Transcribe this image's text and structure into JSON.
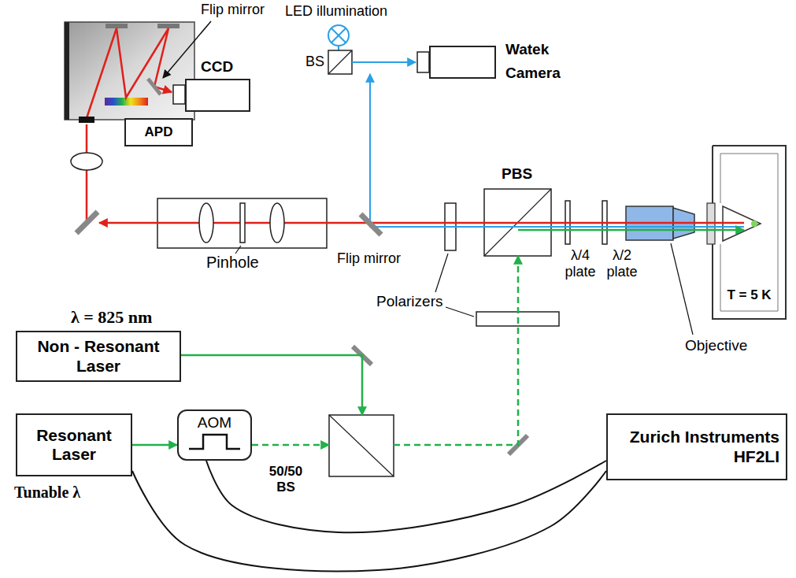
{
  "diagram": {
    "nodes": [
      {
        "text": [
          "CCD"
        ]
      },
      {
        "text": [
          "APD"
        ]
      },
      {
        "text": [
          "Watek Camera"
        ]
      },
      {
        "text": [
          "PBS"
        ]
      },
      {
        "text": [
          "T = 5 K"
        ]
      },
      {
        "text": [
          "Non - Resonant Laser"
        ]
      },
      {
        "text": [
          "Resonant Laser"
        ]
      },
      {
        "text": [
          "AOM"
        ]
      },
      {
        "text": [
          "50/50 BS"
        ]
      },
      {
        "text": [
          "Zurich Instruments HF2LI"
        ]
      }
    ],
    "edges": [
      {
        "from": 6,
        "to": 7,
        "arrow": "to"
      },
      {
        "from": 7,
        "to": 8,
        "arrow": "to"
      },
      {
        "from": 5,
        "to": 8,
        "arrow": "to"
      },
      {
        "from": 8,
        "to": 3,
        "arrow": "to"
      },
      {
        "from": 9,
        "to": 6,
        "arrow": "none"
      },
      {
        "from": 9,
        "to": 7,
        "arrow": "none"
      }
    ],
    "labels": [
      "Flip mirror",
      "LED illumination",
      "BS",
      "Flip mirror",
      "Pinhole",
      "λ = 825 nm",
      "Polarizers",
      "λ/4 plate",
      "λ/2 plate",
      "Objective",
      "Tunable λ"
    ]
  }
}
